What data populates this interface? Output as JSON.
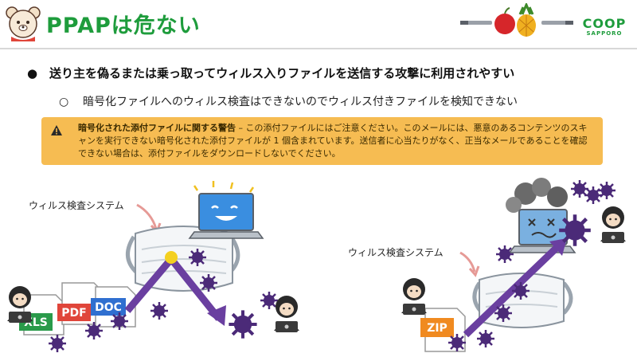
{
  "header": {
    "title": "PPAPは危ない",
    "brand_text": "COOP",
    "brand_subtext": "SAPPORO"
  },
  "bullets": {
    "main": "送り主を偽るまたは乗っ取ってウィルス入りファイルを送信する攻撃に利用されやすい",
    "sub": "暗号化ファイルへのウィルス検査はできないのでウィルス付きファイルを検知できない",
    "main_marker": "●",
    "sub_marker": "○"
  },
  "warning": {
    "title": "暗号化された添付ファイルに関する警告",
    "separator": " – ",
    "body": "この添付ファイルにはご注意ください。このメールには、悪意のあるコンテンツのスキャンを実行できない暗号化された添付ファイルが 1 個含まれています。送信者に心当たりがなく、正当なメールであることを確認できない場合は、添付ファイルをダウンロードしないでください。"
  },
  "illustration": {
    "label_left": "ウィルス検査システム",
    "label_right": "ウィルス検査システム",
    "file_tags": [
      "XLS",
      "PDF",
      "DOC",
      "ZIP"
    ]
  },
  "colors": {
    "title_green": "#1e9c3c",
    "warning_bg": "#f6bc52",
    "arrow_purple": "#6a3fa0",
    "virus_purple": "#4b2a78"
  }
}
